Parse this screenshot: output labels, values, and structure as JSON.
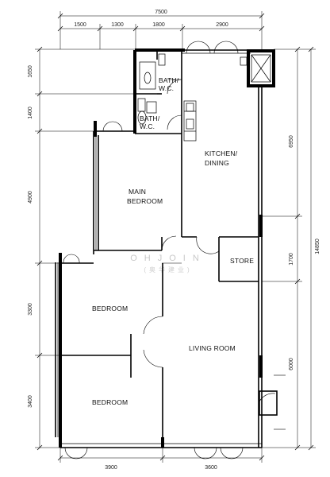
{
  "dimensions": {
    "overall_width": "7500",
    "top": [
      "1500",
      "1300",
      "1800",
      "2900"
    ],
    "bottom": [
      "3900",
      "3600"
    ],
    "left": [
      "1650",
      "1400",
      "4900",
      "3300",
      "3400"
    ],
    "right_inner": [
      "6950",
      "1700",
      "6000"
    ],
    "right_overall": "14850"
  },
  "rooms": {
    "bath1": [
      "BATH/",
      "W.C."
    ],
    "bath2": [
      "BATH/",
      "W.C."
    ],
    "kitchen": [
      "KITCHEN/",
      "DINING"
    ],
    "main_bedroom": [
      "MAIN",
      "BEDROOM"
    ],
    "store": "STORE",
    "bedroom1": "BEDROOM",
    "bedroom2": "BEDROOM",
    "living": "LIVING ROOM"
  },
  "watermark": {
    "line1": "OHJOIN",
    "line2": "(奥华建业)"
  }
}
